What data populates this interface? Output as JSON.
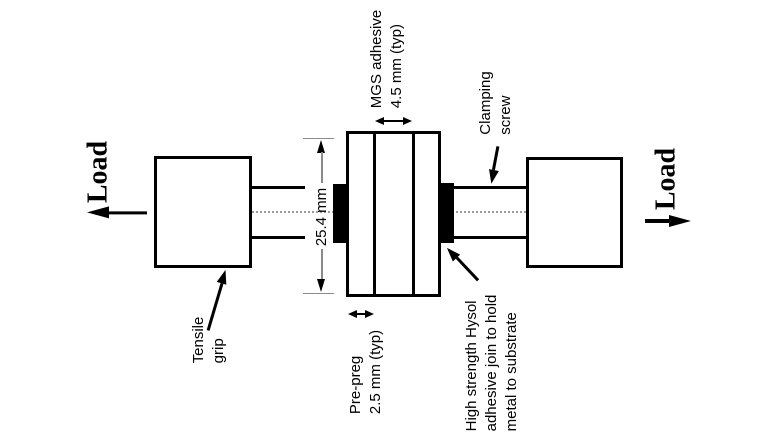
{
  "figure": {
    "background": "#ffffff",
    "stroke_color": "#000000",
    "dimension_line_color": "#8a8a8a",
    "centerline_color": "#9c9c9c"
  },
  "labels": {
    "load_left": "Load",
    "load_right": "Load",
    "mgs_adhesive": "MGS adhesive\n4.5 mm (typ)",
    "clamping_screw": "Clamping\nscrew",
    "dimension_25mm": "25.4 mm",
    "tensile_grip": "Tensile\ngrip",
    "pre_preg": "Pre-preg\n2.5 mm (typ)",
    "hysol": "High strength Hysol\nadhesive join to hold\nmetal to substrate"
  }
}
